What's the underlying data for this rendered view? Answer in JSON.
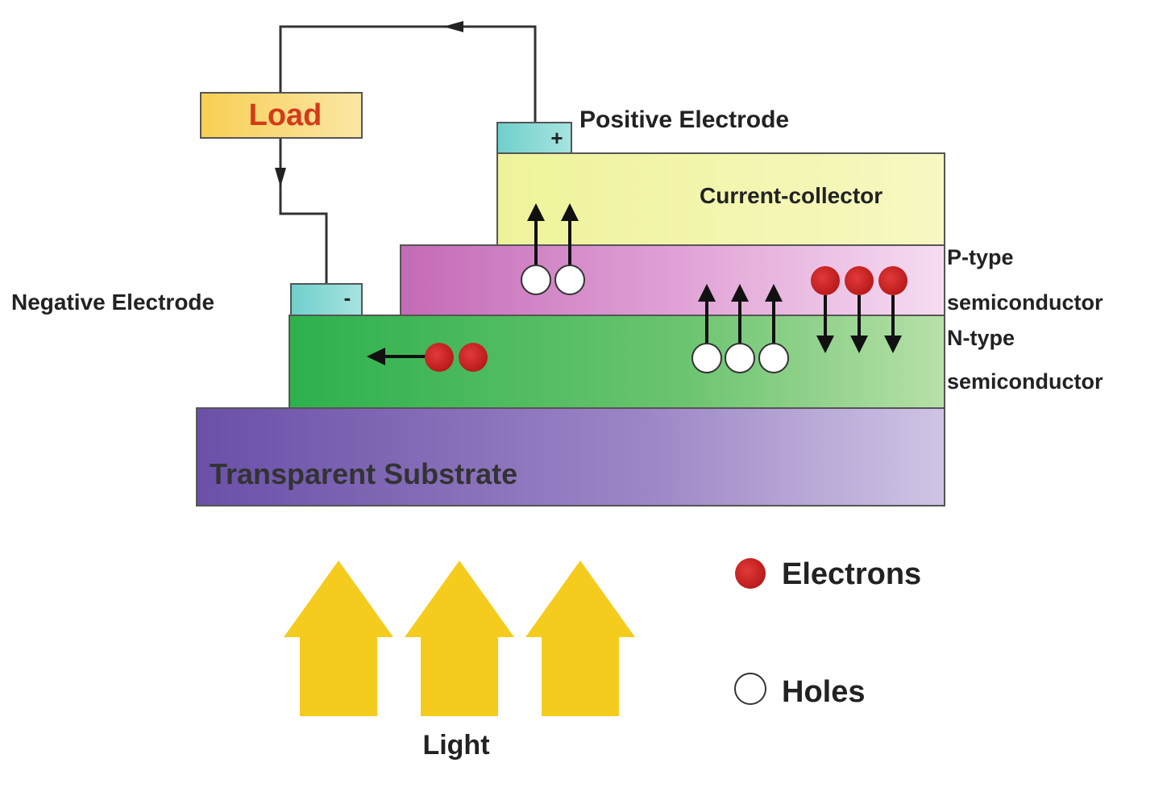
{
  "load": {
    "label": "Load"
  },
  "electrodes": {
    "positive": {
      "label": "Positive Electrode",
      "sign": "+"
    },
    "negative": {
      "label": "Negative Electrode",
      "sign": "-"
    }
  },
  "layers": {
    "current_collector": "Current-collector",
    "p_type": {
      "line1": "P-type",
      "line2": "semiconductor"
    },
    "n_type": {
      "line1": "N-type",
      "line2": "semiconductor"
    },
    "substrate": "Transparent Substrate"
  },
  "legend": {
    "electrons": "Electrons",
    "holes": "Holes"
  },
  "light": {
    "label": "Light"
  },
  "colors": {
    "electron": "#cc2222",
    "hole": "#ffffff",
    "light_arrow": "#f5cc1e",
    "load_text": "#d43a1a",
    "electrode": "#7dd3d0"
  }
}
